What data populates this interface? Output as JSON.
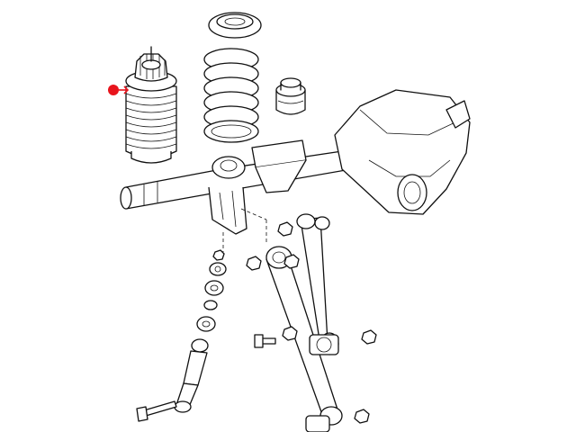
{
  "diagram": {
    "highlight_color": "#e8141c",
    "line_color": "#111111",
    "background": "#ffffff",
    "parts": [
      "air-spring-bellows",
      "jounce-bumper-cap",
      "coil-spring",
      "jounce-bumper",
      "rear-axle-housing",
      "differential",
      "upper-control-arm",
      "lower-control-arm",
      "shock-absorber",
      "mounting-bolt",
      "nut",
      "washer",
      "isolator"
    ]
  }
}
